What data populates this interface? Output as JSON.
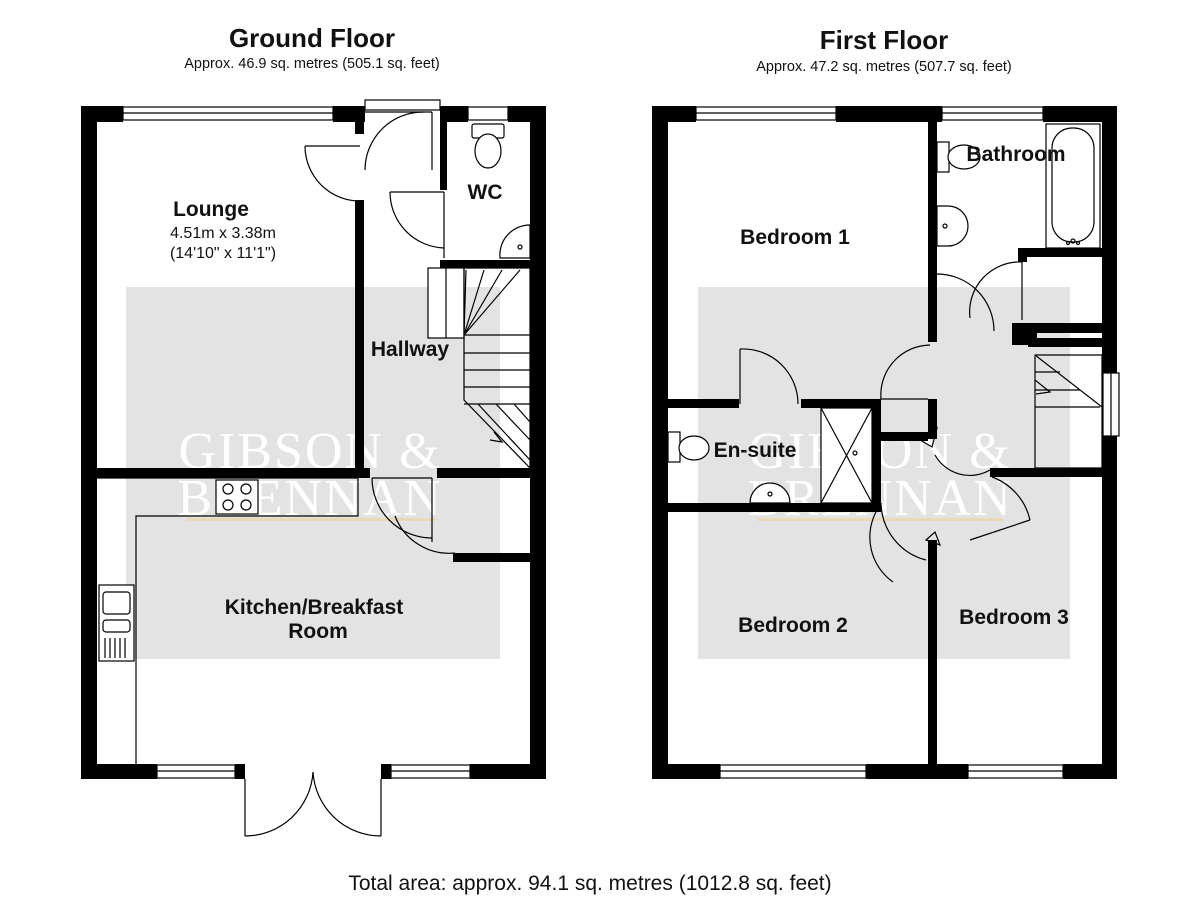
{
  "ground_floor": {
    "title": "Ground Floor",
    "area": "Approx. 46.9 sq. metres (505.1 sq. feet)",
    "rooms": {
      "lounge": {
        "name": "Lounge",
        "dim_m": "4.51m x 3.38m",
        "dim_ft": "(14'10\" x 11'1\")"
      },
      "wc": {
        "name": "WC"
      },
      "hallway": {
        "name": "Hallway"
      },
      "kitchen": {
        "name_line1": "Kitchen/Breakfast",
        "name_line2": "Room"
      }
    }
  },
  "first_floor": {
    "title": "First Floor",
    "area": "Approx. 47.2 sq. metres (507.7 sq. feet)",
    "rooms": {
      "bathroom": {
        "name": "Bathroom"
      },
      "bedroom1": {
        "name": "Bedroom 1"
      },
      "ensuite": {
        "name": "En-suite"
      },
      "bedroom2": {
        "name": "Bedroom 2"
      },
      "bedroom3": {
        "name": "Bedroom 3"
      }
    }
  },
  "watermark": {
    "line1": "GIBSON &",
    "line2": "BRENNAN"
  },
  "total_area": "Total area: approx. 94.1 sq. metres (1012.8 sq. feet)",
  "colors": {
    "wall": "#000000",
    "watermark_panel": "#e3e3e3",
    "watermark_rule": "#e8d9b8"
  }
}
